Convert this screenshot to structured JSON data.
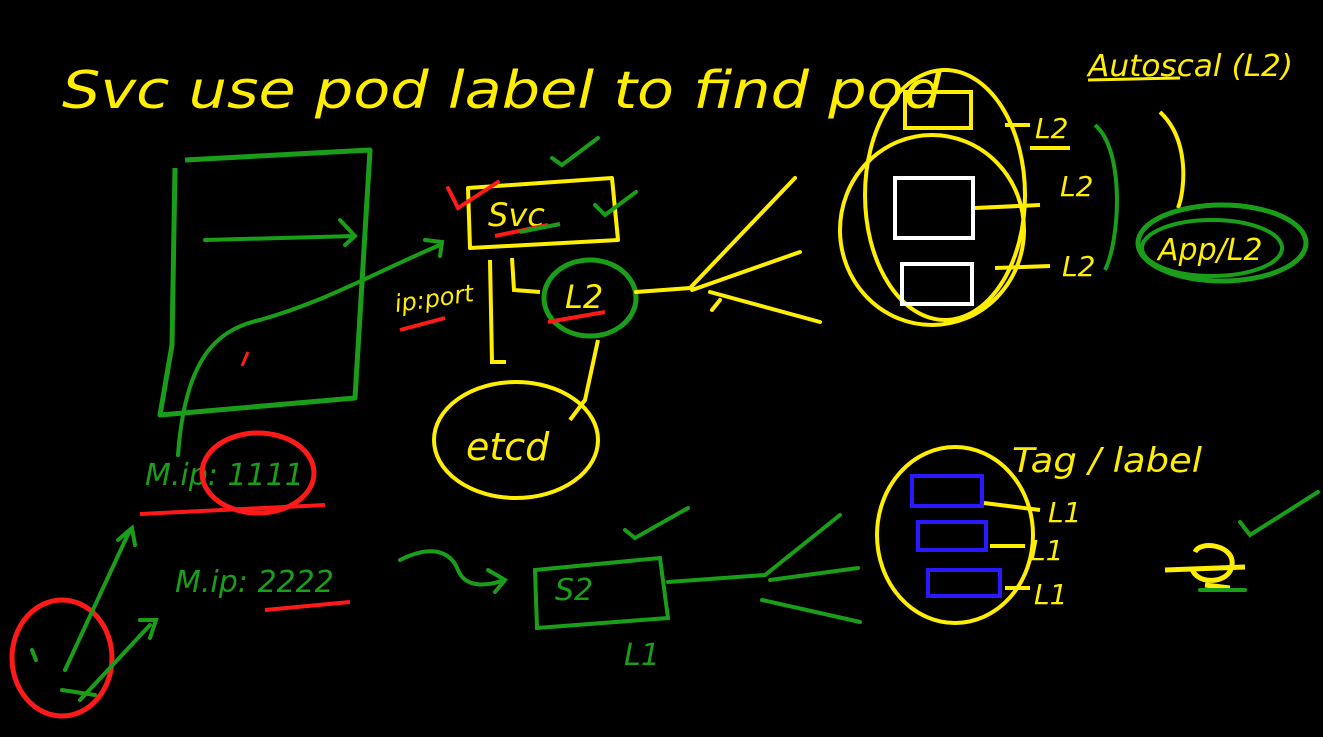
{
  "colors": {
    "background": "#000000",
    "yellow": "#ffee00",
    "green": "#1a9e1a",
    "red": "#ff1a1a",
    "white": "#ffffff",
    "blue": "#2a18ff"
  },
  "title": "Svc use pod label to find pod",
  "top_diagram": {
    "svc_label": "Svc",
    "l2_label": "L2",
    "etcd_label": "etcd",
    "ip_port_label": "ip:port",
    "pod_labels": [
      "L2",
      "L2",
      "L2"
    ],
    "autoscaler_label": "Autoscal (L2)",
    "app_label": "App/L2"
  },
  "bottom_diagram": {
    "ip_label_1": "M.ip: 1111",
    "ip_label_2": "M.ip: 2222",
    "s2_label": "S2",
    "l1_label": "L1",
    "tag_label": "Tag / label",
    "pod_labels": [
      "L1",
      "L1",
      "L1"
    ]
  }
}
